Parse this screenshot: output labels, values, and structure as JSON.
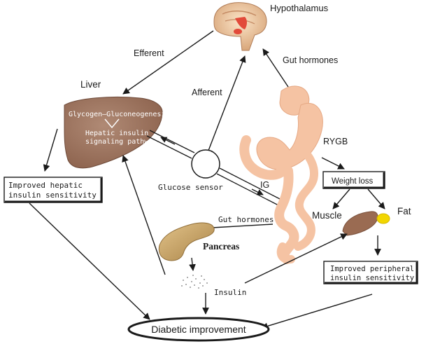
{
  "labels": {
    "hypothalamus": "Hypothalamus",
    "efferent": "Efferent",
    "afferent": "Afferent",
    "gut_hormones_top": "Gut hormones",
    "liver": "Liver",
    "glycogen": "Glycogen—Gluconeogenesis",
    "hepatic_line1": "Hepatic insulin",
    "hepatic_line2": "signaling pathway",
    "rygb": "RYGB",
    "improved_hepatic_line1": "Improved hepatic",
    "improved_hepatic_line2": "insulin sensitivity",
    "glucose_sensor": "Glucose sensor",
    "ig": "IG",
    "weight_loss": "Weight loss",
    "muscle": "Muscle",
    "fat": "Fat",
    "gut_hormones_mid": "Gut hormones",
    "pancreas": "Pancreas",
    "improved_peripheral_line1": "Improved peripheral",
    "improved_peripheral_line2": "insulin sensitivity",
    "insulin": "Insulin",
    "diabetic_improvement": "Diabetic improvement"
  },
  "colors": {
    "liver": "#a07560",
    "stomach": "#f5c3a3",
    "pancreas": "#c9a66b",
    "muscle": "#9a6b52",
    "fat": "#f2d600",
    "arrow": "#1a1a1a"
  }
}
